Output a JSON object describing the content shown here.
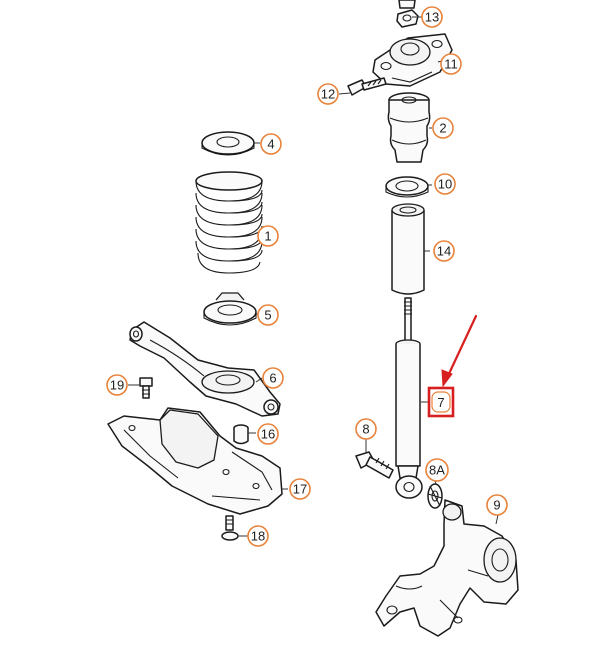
{
  "diagram": {
    "callouts": [
      {
        "id": "c13",
        "label": "13"
      },
      {
        "id": "c11",
        "label": "11"
      },
      {
        "id": "c12",
        "label": "12"
      },
      {
        "id": "c4",
        "label": "4"
      },
      {
        "id": "c2",
        "label": "2"
      },
      {
        "id": "c10",
        "label": "10"
      },
      {
        "id": "c1",
        "label": "1"
      },
      {
        "id": "c14",
        "label": "14"
      },
      {
        "id": "c5",
        "label": "5"
      },
      {
        "id": "c6",
        "label": "6"
      },
      {
        "id": "c19",
        "label": "19"
      },
      {
        "id": "c16",
        "label": "16"
      },
      {
        "id": "c8",
        "label": "8"
      },
      {
        "id": "c8a",
        "label": "8A"
      },
      {
        "id": "c17",
        "label": "17"
      },
      {
        "id": "c9",
        "label": "9"
      },
      {
        "id": "c18",
        "label": "18"
      }
    ],
    "highlighted": {
      "label": "7"
    },
    "colors": {
      "callout_ring": "#e8823a",
      "highlight": "#d81e1e",
      "linework": "#1b1b1b"
    }
  }
}
